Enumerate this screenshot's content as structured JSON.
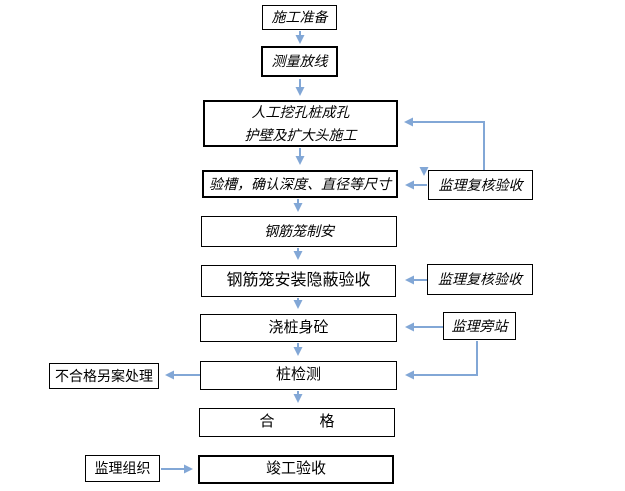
{
  "flowchart": {
    "nodes": {
      "prep": "施工准备",
      "survey": "测量放线",
      "dig_line1": "人工挖孔桩成孔",
      "dig_line2": "护壁及扩大头施工",
      "inspect_pit": "验槽，确认深度、直径等尺寸",
      "cage_fabricate": "钢筋笼制安",
      "cage_install_acceptance": "钢筋笼安装隐蔽验收",
      "pour_concrete": "浇桩身砼",
      "pile_test": "桩检测",
      "qualified": "合　　　格",
      "completion_acceptance": "竣工验收",
      "supervisor_review_1": "监理复核验收",
      "supervisor_review_2": "监理复核验收",
      "supervisor_bystand": "监理旁站",
      "fail_handling": "不合格另案处理",
      "supervisor_organize": "监理组织"
    },
    "colors": {
      "arrow": "#82a7d6",
      "box_border": "#000000",
      "background": "#ffffff"
    }
  }
}
